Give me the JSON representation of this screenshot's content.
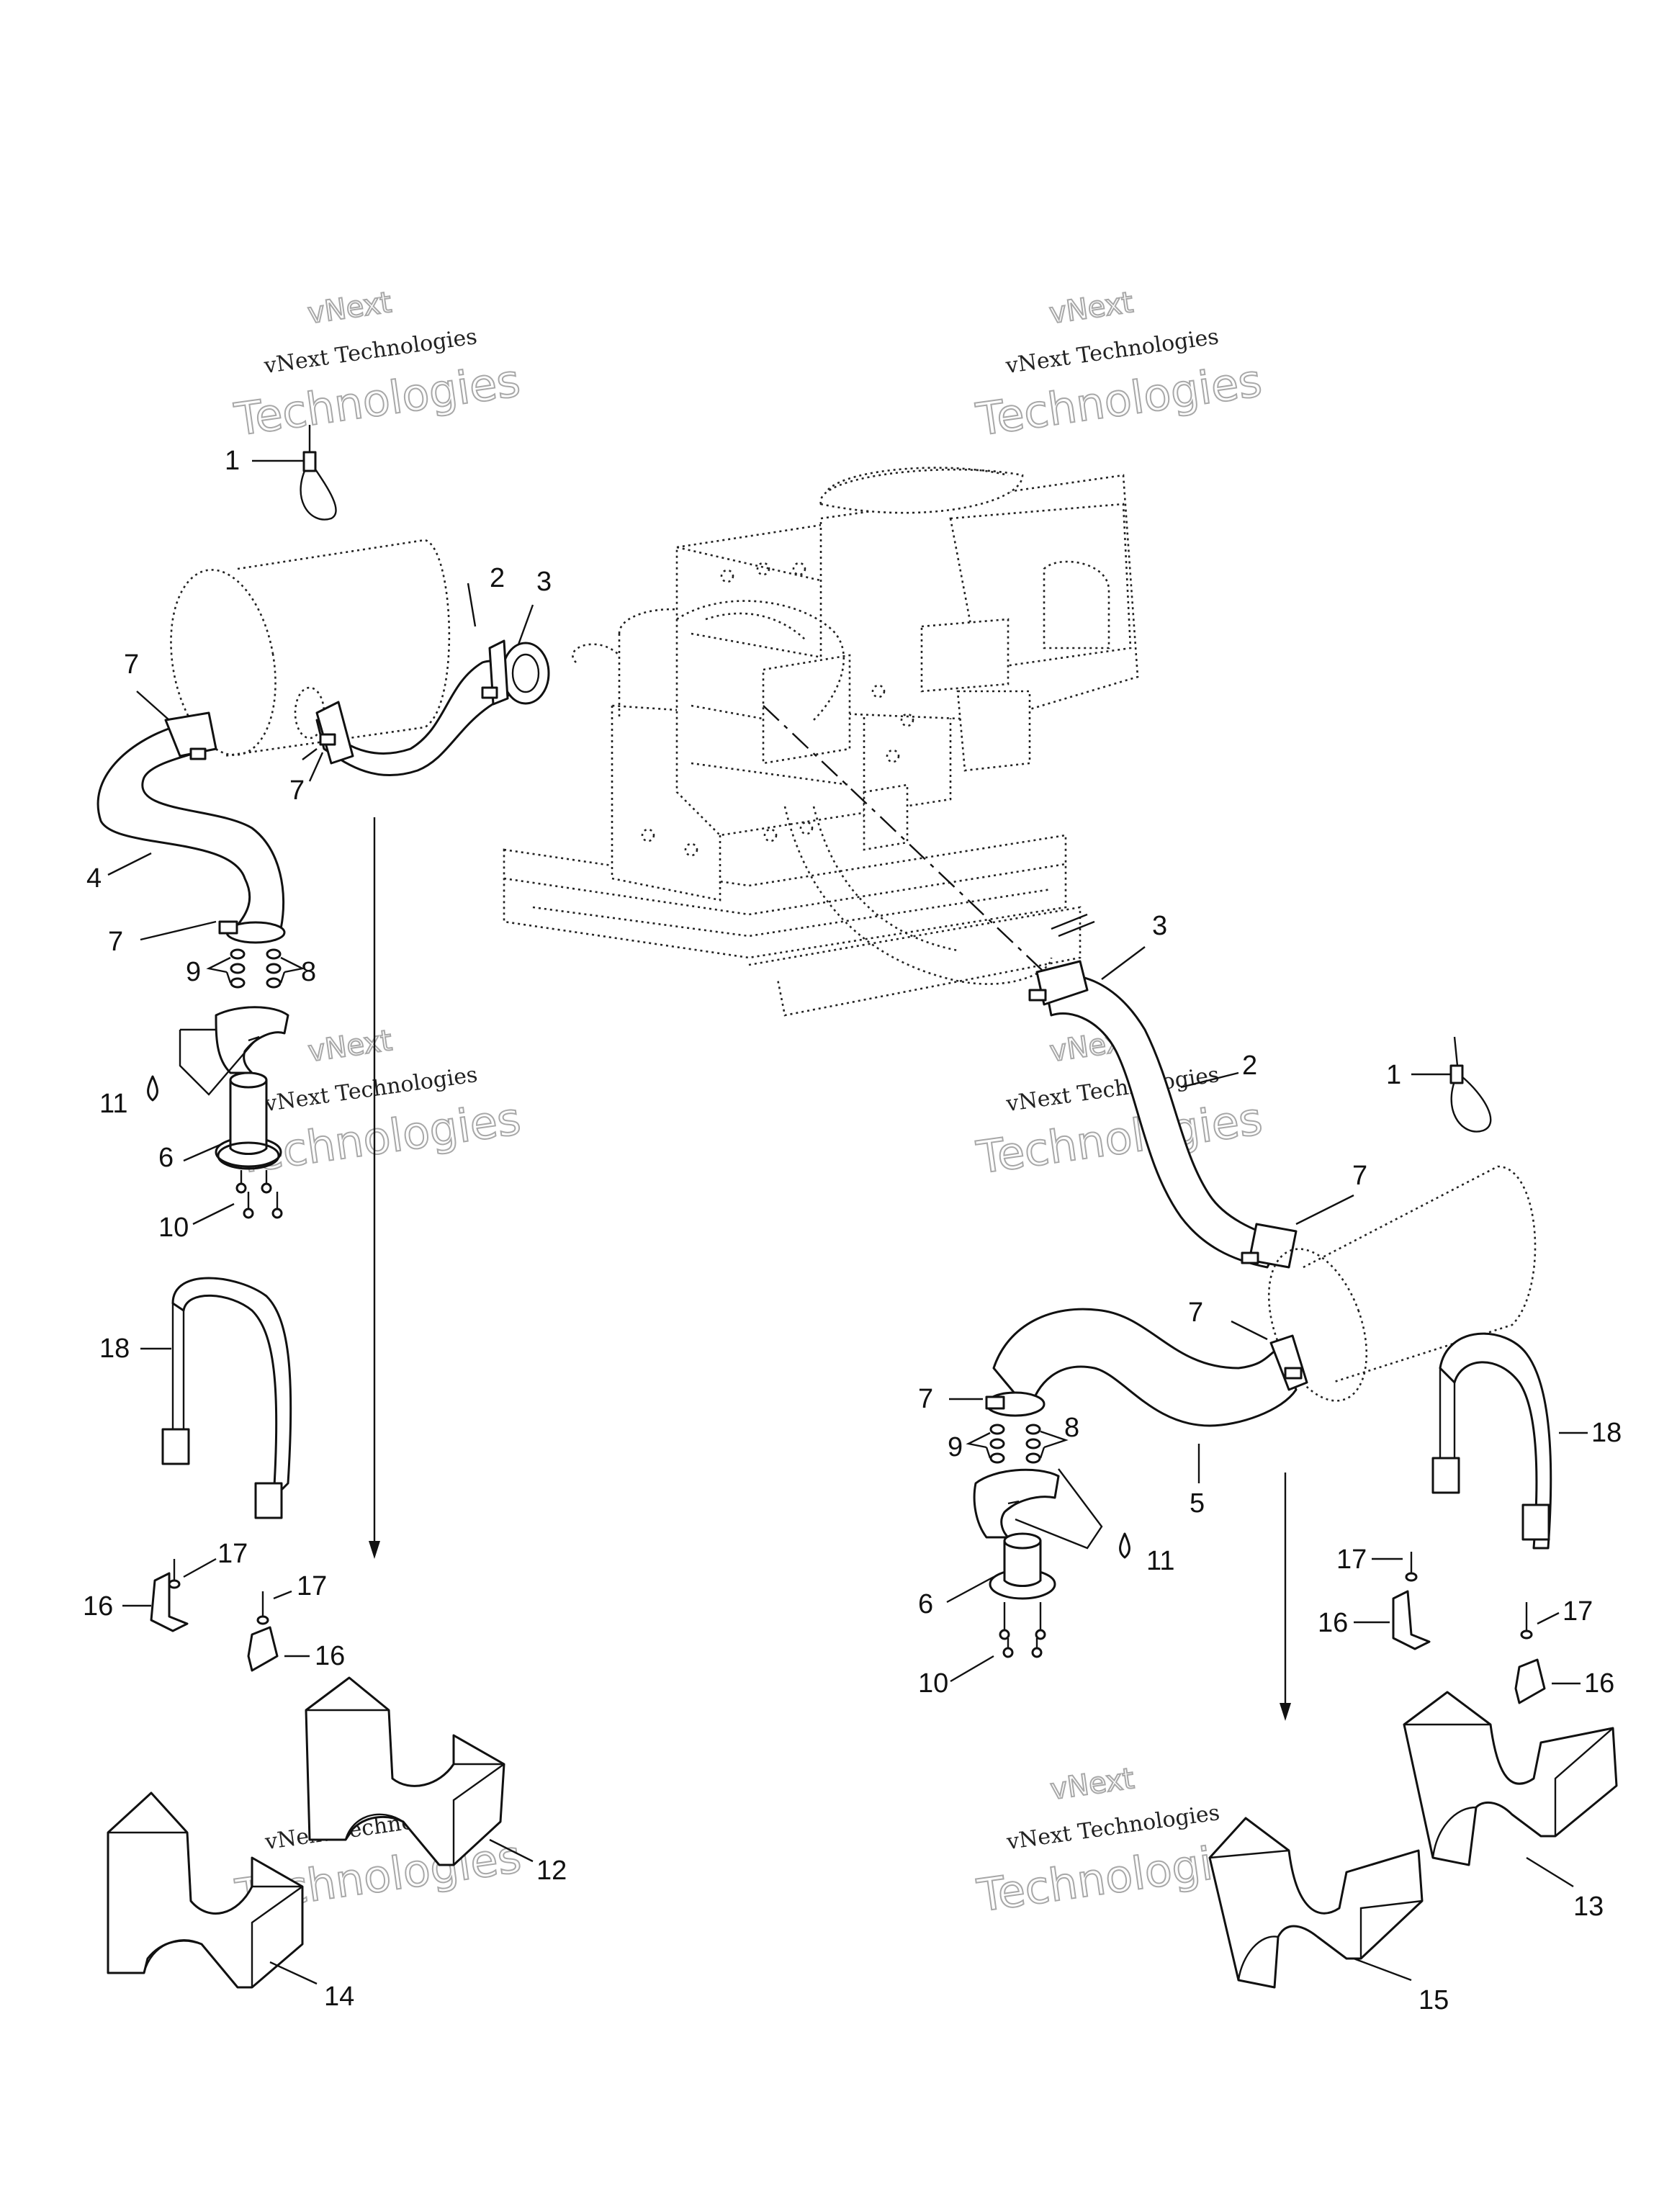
{
  "watermark": {
    "line1": "vNext",
    "line2": "vNext Technologies",
    "line3": "Technologies"
  },
  "callouts": {
    "left": {
      "c1": "1",
      "c2": "2",
      "c3": "3",
      "c4": "4",
      "c7a": "7",
      "c7b": "7",
      "c7c": "7",
      "c8": "8",
      "c9": "9",
      "c11": "11",
      "c6": "6",
      "c10": "10",
      "c18": "18",
      "c17a": "17",
      "c17b": "17",
      "c16a": "16",
      "c16b": "16",
      "c12": "12",
      "c14": "14"
    },
    "right": {
      "c3": "3",
      "c2": "2",
      "c1": "1",
      "c7a": "7",
      "c7b": "7",
      "c7c": "7",
      "c8": "8",
      "c9": "9",
      "c5": "5",
      "c11": "11",
      "c6": "6",
      "c10": "10",
      "c18": "18",
      "c17a": "17",
      "c17b": "17",
      "c16a": "16",
      "c16b": "16",
      "c13": "13",
      "c15": "15"
    }
  },
  "icons": [
    "cable-tie-icon",
    "exhaust-hose-icon",
    "hose-clamp-icon",
    "muffler-icon",
    "strap-icon",
    "bracket-icon",
    "rivet-icon",
    "foam-block-icon",
    "sealant-drop-icon",
    "engine-outline-icon"
  ]
}
